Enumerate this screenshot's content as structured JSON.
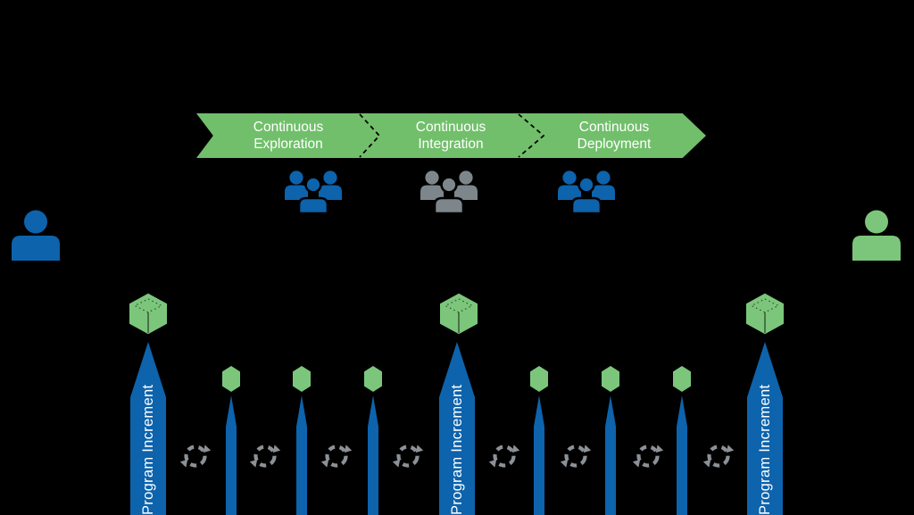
{
  "pipeline": {
    "stages": [
      {
        "label": "Continuous Exploration",
        "team_icon_color": "#0d63ac"
      },
      {
        "label": "Continuous Integration",
        "team_icon_color": "#7d868b"
      },
      {
        "label": "Continuous Deployment",
        "team_icon_color": "#0d63ac"
      }
    ]
  },
  "program_increments": [
    {
      "label": "Program Increment"
    },
    {
      "label": "Program Increment"
    },
    {
      "label": "Program Increment"
    }
  ],
  "icons": {
    "person_left": {
      "name": "person-icon",
      "color": "#0d63ac"
    },
    "person_right": {
      "name": "person-icon",
      "color": "#7cc67c"
    },
    "pi_package_hexagon_count": 3,
    "iteration_hexagon_count": 6,
    "iteration_arrow_count": 6,
    "iteration_cycle_icon_count": 8
  },
  "colors": {
    "green": "#71bf6b",
    "green_light": "#7cc67c",
    "blue": "#0d63ac",
    "gray": "#7d868b",
    "label_text": "#ffffff",
    "background": "#000000"
  }
}
